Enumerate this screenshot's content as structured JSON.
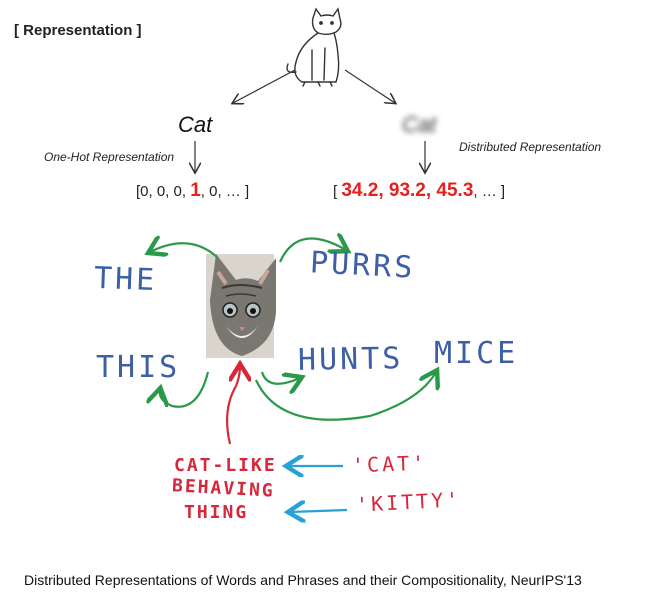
{
  "header": {
    "title": "[ Representation ]"
  },
  "tree": {
    "left_word": "Cat",
    "right_word": "Cat",
    "left_label": "One-Hot Representation",
    "right_label": "Distributed Representation",
    "onehot_prefix": "[0, 0, 0, ",
    "onehot_highlight": "1",
    "onehot_suffix": ", 0, … ]",
    "dist_prefix": "[ ",
    "dist_values": "34.2, 93.2, 45.3",
    "dist_suffix": ", … ]"
  },
  "context": {
    "words": [
      "THE",
      "PURRS",
      "THIS",
      "HUNTS",
      "MICE"
    ],
    "synonym_lines": [
      "CAT-LIKE",
      "BEHAVING",
      "THING"
    ],
    "aliases": [
      "'CAT'",
      "'KITTY'"
    ]
  },
  "caption": "Distributed Representations of Words and Phrases and their Compositionality, NeurIPS'13",
  "colors": {
    "blue_text": "#3d5fa5",
    "green_arrow": "#2a9a4a",
    "red": "#d6283a",
    "cyan": "#2aa0d8",
    "highlight": "#e8201c"
  },
  "icons": [
    "cat-sketch-icon",
    "kitten-photo-icon"
  ]
}
